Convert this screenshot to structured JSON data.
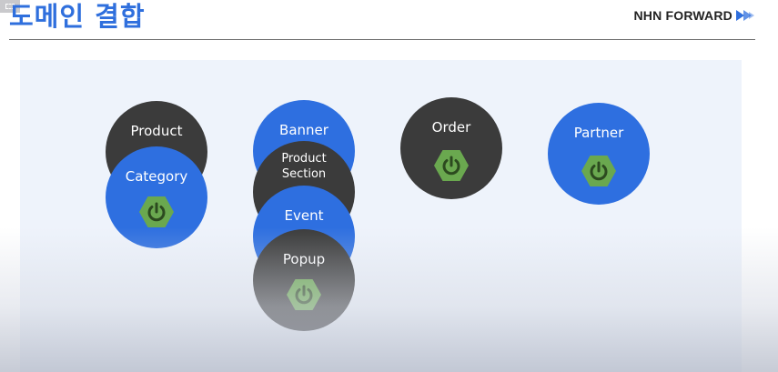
{
  "header": {
    "title": "도메인 결합",
    "brand": "NHN FORWARD"
  },
  "colors": {
    "title": "#2f6fdd",
    "dark_node": "#3b3b3b",
    "blue_node": "#2e6fe0",
    "power_icon": "#6aa84f",
    "canvas": "#eef3fb"
  },
  "icons": {
    "power": "spring-power-icon",
    "brand": "double-arrow-icon"
  },
  "nodes": [
    {
      "id": "product",
      "label": "Product",
      "color": "dark"
    },
    {
      "id": "category",
      "label": "Category",
      "color": "blue",
      "icon": "spring-power-icon"
    },
    {
      "id": "banner",
      "label": "Banner",
      "color": "blue"
    },
    {
      "id": "product-section",
      "label_line1": "Product",
      "label_line2": "Section",
      "color": "dark"
    },
    {
      "id": "event",
      "label": "Event",
      "color": "blue"
    },
    {
      "id": "popup",
      "label": "Popup",
      "color": "dark",
      "icon": "spring-power-icon"
    },
    {
      "id": "order",
      "label": "Order",
      "color": "dark",
      "icon": "spring-power-icon"
    },
    {
      "id": "partner",
      "label": "Partner",
      "color": "blue",
      "icon": "spring-power-icon"
    }
  ]
}
